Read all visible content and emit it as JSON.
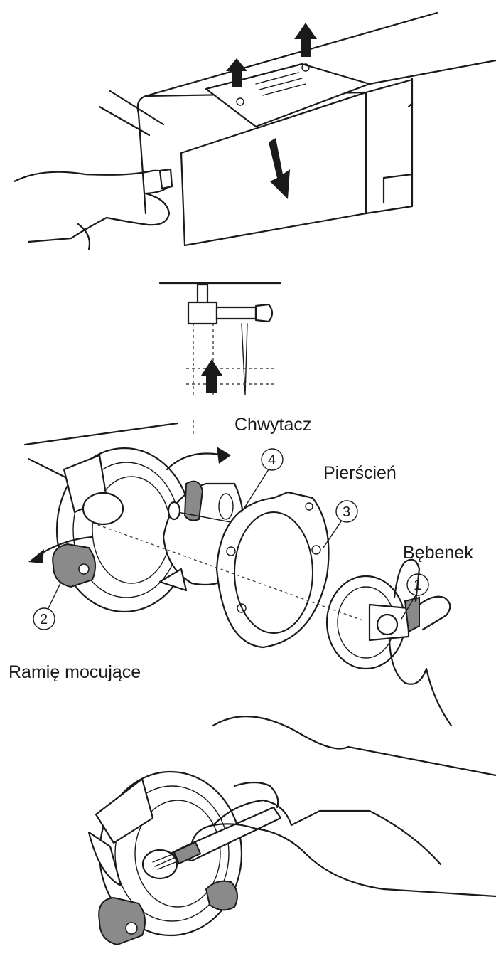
{
  "labels": {
    "hook": "Chwytacz",
    "race": "Pierścień",
    "bobbin_case": "Bębenek",
    "holder_arm": "Ramię mocujące"
  },
  "callouts": [
    "1",
    "2",
    "3",
    "4"
  ],
  "colors": {
    "line": "#1a1a1a",
    "shade": "#8a8a8a",
    "background": "#ffffff"
  }
}
